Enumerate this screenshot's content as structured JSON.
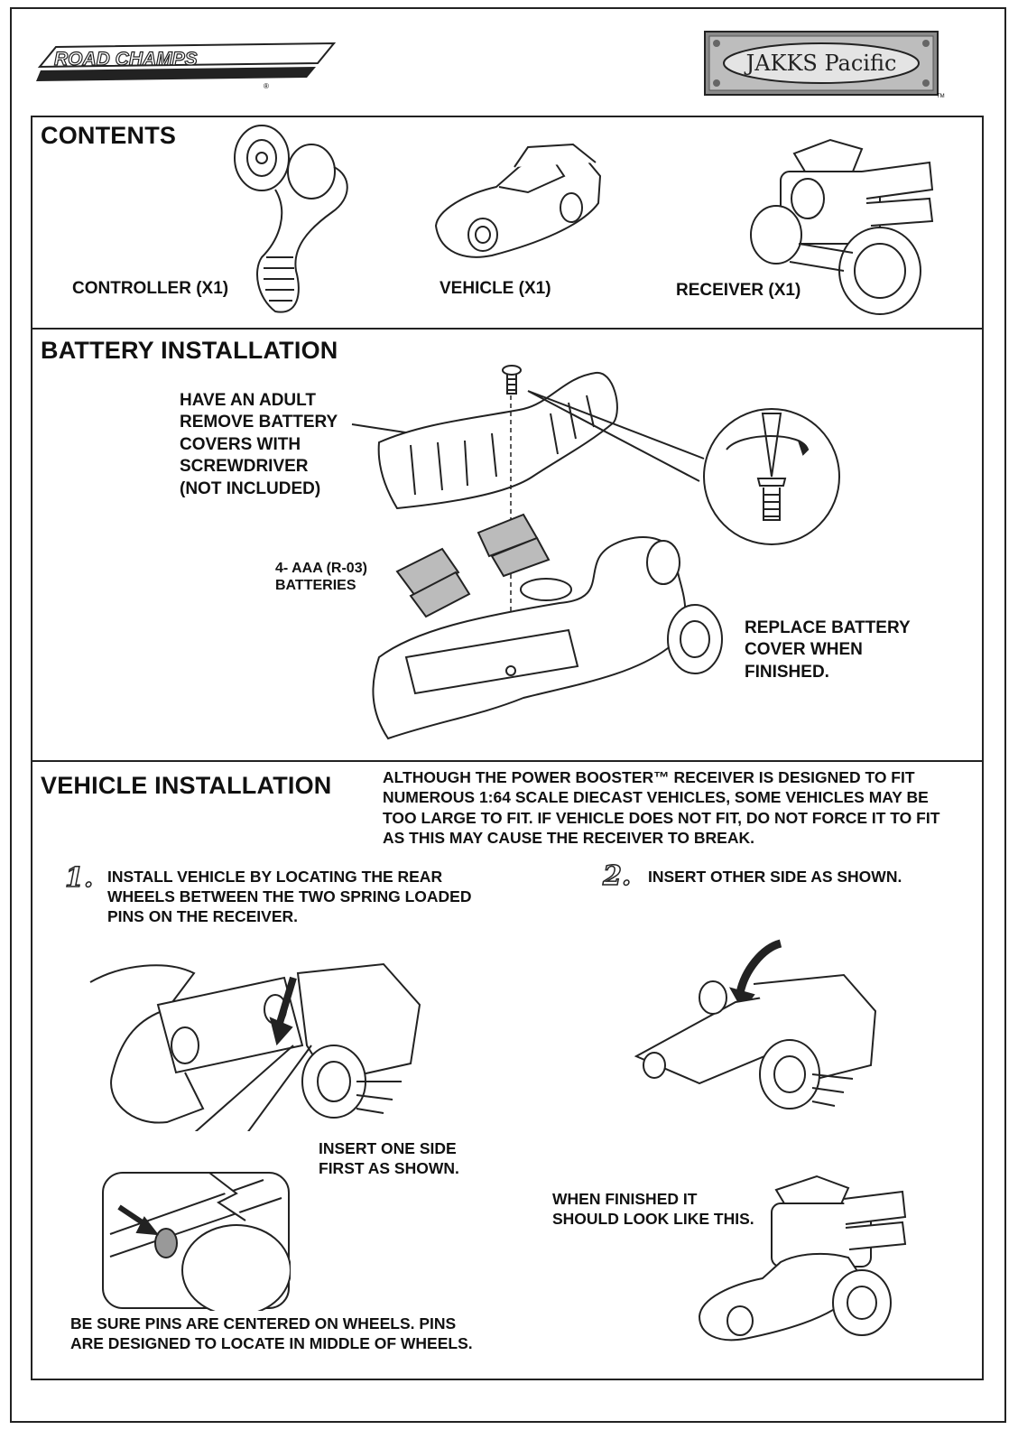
{
  "brand": {
    "logo_text": "ROAD CHAMPS",
    "partner_logo_text": "JAKKS Pacific"
  },
  "contents": {
    "heading": "CONTENTS",
    "items": [
      {
        "label": "CONTROLLER (X1)"
      },
      {
        "label": "VEHICLE (X1)"
      },
      {
        "label": "RECEIVER  (X1)"
      }
    ]
  },
  "battery": {
    "heading": "BATTERY  INSTALLATION",
    "instruction_lines": [
      "HAVE AN ADULT",
      "REMOVE BATTERY",
      "COVERS WITH",
      "SCREWDRIVER",
      "(NOT INCLUDED)"
    ],
    "battery_lines": [
      "4- AAA (R-03)",
      "BATTERIES"
    ],
    "replace_lines": [
      "REPLACE BATTERY",
      "COVER WHEN",
      "FINISHED."
    ]
  },
  "vehicle": {
    "heading": "VEHICLE  INSTALLATION",
    "warning_lines": [
      "ALTHOUGH THE POWER BOOSTER™ RECEIVER IS DESIGNED TO FIT",
      "NUMEROUS 1:64 SCALE DIECAST VEHICLES, SOME VEHICLES MAY BE",
      "TOO LARGE TO FIT. IF VEHICLE DOES NOT FIT, DO NOT FORCE IT TO FIT",
      "AS THIS MAY CAUSE THE RECEIVER TO BREAK."
    ],
    "step1": {
      "number": "1.",
      "lines": [
        "INSTALL VEHICLE BY LOCATING THE REAR",
        "WHEELS BETWEEN THE TWO SPRING LOADED",
        "PINS ON THE RECEIVER."
      ]
    },
    "step2": {
      "number": "2.",
      "lines": [
        "INSERT OTHER SIDE AS SHOWN."
      ]
    },
    "insert_note_lines": [
      "INSERT ONE SIDE",
      "FIRST AS SHOWN."
    ],
    "finished_lines": [
      "WHEN FINISHED IT",
      "SHOULD LOOK LIKE THIS."
    ],
    "pins_note_lines": [
      "BE SURE PINS ARE CENTERED ON WHEELS. PINS",
      "ARE DESIGNED TO LOCATE IN MIDDLE OF WHEELS."
    ]
  }
}
